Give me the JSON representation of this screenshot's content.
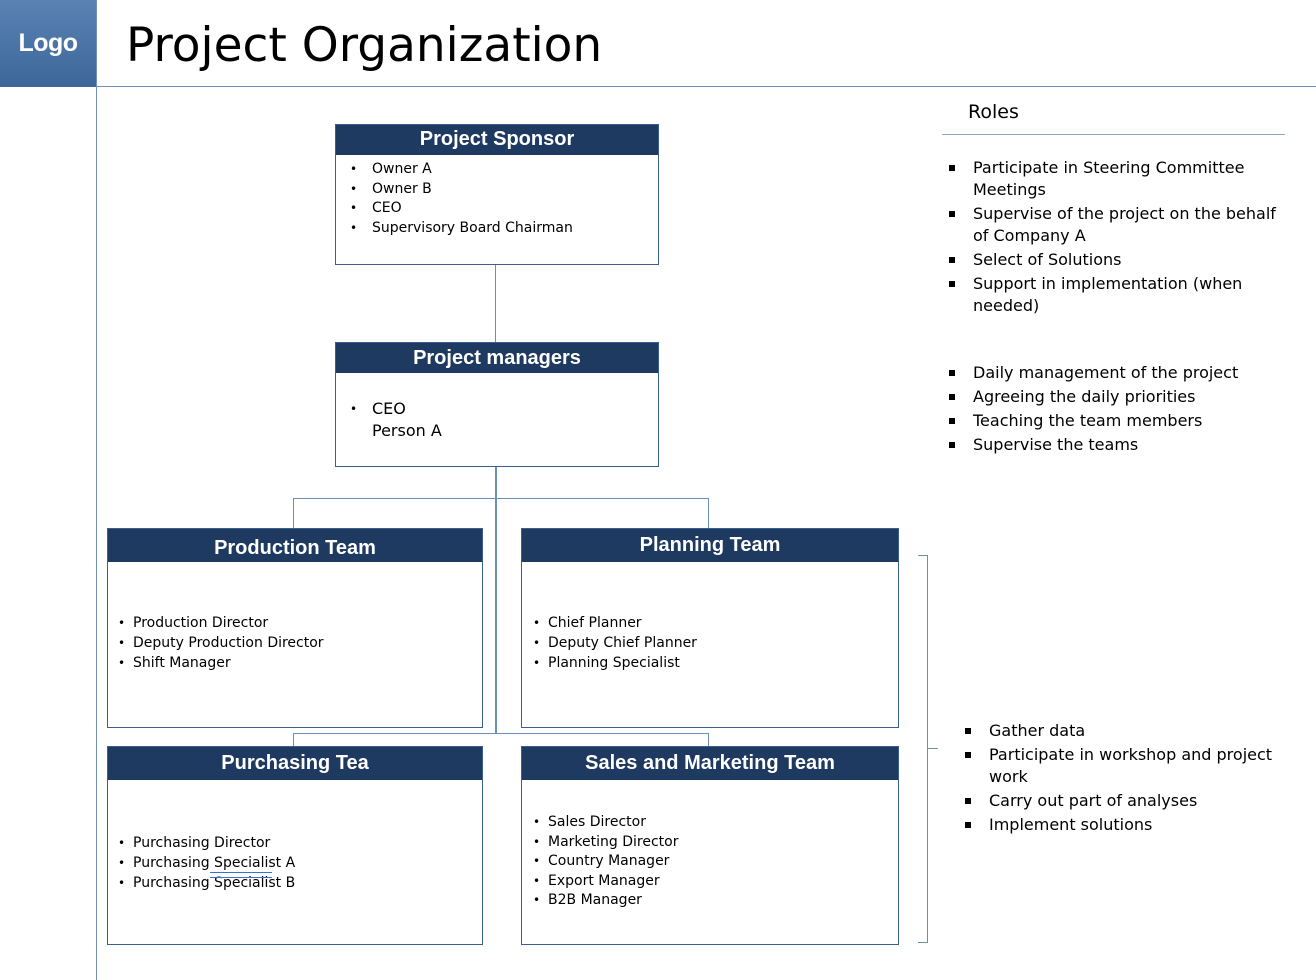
{
  "header": {
    "logo": "Logo",
    "title": "Project Organization"
  },
  "sponsor": {
    "title": "Project Sponsor",
    "items": [
      "Owner A",
      "Owner B",
      "CEO",
      "Supervisory Board Chairman"
    ]
  },
  "managers": {
    "title": "Project managers",
    "items": [
      "CEO",
      "Person A"
    ]
  },
  "production": {
    "title": "Production Team",
    "items": [
      "Production Director",
      "Deputy Production Director",
      "Shift Manager"
    ]
  },
  "planning": {
    "title": "Planning Team",
    "items": [
      "Chief Planner",
      "Deputy Chief Planner",
      "Planning Specialist"
    ]
  },
  "purchasing": {
    "title": "Purchasing Tea",
    "items": [
      "Purchasing Director",
      "Purchasing Specialist A",
      "Purchasing Specialist B"
    ]
  },
  "sales": {
    "title": "Sales and Marketing Team",
    "items": [
      "Sales Director",
      "Marketing Director",
      "Country Manager",
      "Export Manager",
      "B2B Manager"
    ]
  },
  "roles": {
    "title": "Roles",
    "sponsor": [
      "Participate in Steering Committee Meetings",
      "Supervise of the project on the behalf of Company A",
      "Select of Solutions",
      "Support in implementation (when needed)"
    ],
    "managers": [
      "Daily management of the project",
      "Agreeing the daily priorities",
      "Teaching the team members",
      "Supervise the teams"
    ],
    "teams": [
      "Gather data",
      "Participate in workshop and project work",
      "Carry out part of analyses",
      "Implement solutions"
    ]
  }
}
